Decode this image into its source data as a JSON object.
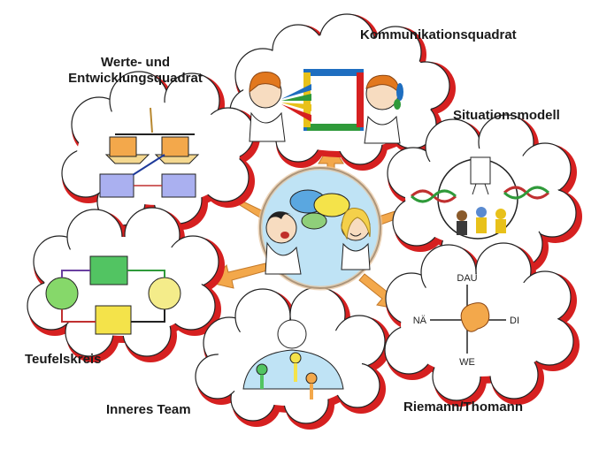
{
  "colors": {
    "cloud_shadow": "#d62020",
    "cloud_fill": "#ffffff",
    "arrow": "#f3a84b",
    "outline": "#222222",
    "center_fill": "#bfe3f5"
  },
  "labels": {
    "kommunikation": "Kommunikationsquadrat",
    "werte_line1": "Werte- und",
    "werte_line2": "Entwicklungsquadrat",
    "situation": "Situationsmodell",
    "teufelskreis": "Teufelskreis",
    "inneres_team": "Inneres Team",
    "riemann": "Riemann/Thomann"
  },
  "riemann_axes": {
    "top": "DAU",
    "left": "NÄ",
    "right": "DI",
    "bottom": "WE"
  }
}
